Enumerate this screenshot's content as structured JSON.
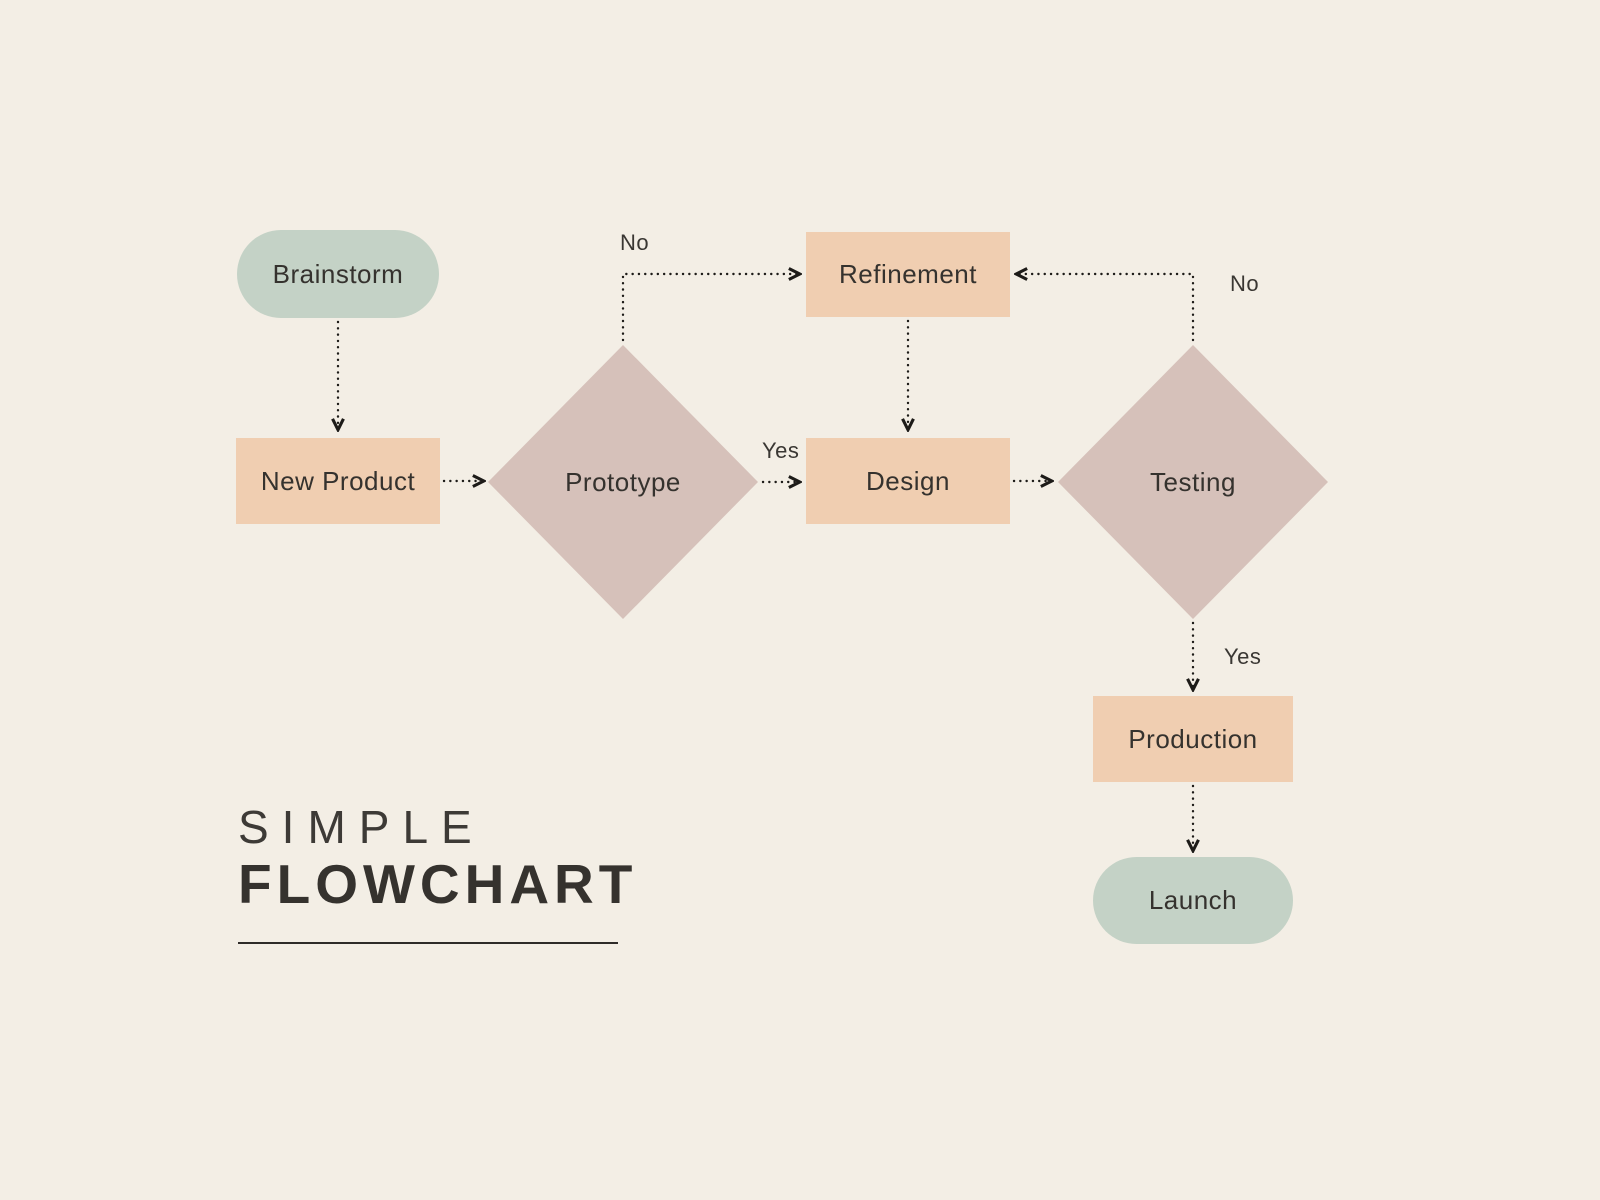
{
  "title": {
    "line1": "SIMPLE",
    "line2": "FLOWCHART"
  },
  "colors": {
    "background": "#f3eee5",
    "pill_fill": "#c4d2c6",
    "rect_fill": "#f0ceb1",
    "diamond_fill": "#d6c1ba",
    "arrow": "#1d1b18",
    "text": "#35322e"
  },
  "nodes": [
    {
      "id": "brainstorm",
      "label": "Brainstorm",
      "shape": "pill"
    },
    {
      "id": "new-product",
      "label": "New Product",
      "shape": "rect"
    },
    {
      "id": "prototype",
      "label": "Prototype",
      "shape": "diamond"
    },
    {
      "id": "refinement",
      "label": "Refinement",
      "shape": "rect"
    },
    {
      "id": "design",
      "label": "Design",
      "shape": "rect"
    },
    {
      "id": "testing",
      "label": "Testing",
      "shape": "diamond"
    },
    {
      "id": "production",
      "label": "Production",
      "shape": "rect"
    },
    {
      "id": "launch",
      "label": "Launch",
      "shape": "pill"
    }
  ],
  "edges": [
    {
      "from": "brainstorm",
      "to": "new-product",
      "label": ""
    },
    {
      "from": "new-product",
      "to": "prototype",
      "label": ""
    },
    {
      "from": "prototype",
      "to": "design",
      "label": "Yes"
    },
    {
      "from": "prototype",
      "to": "refinement",
      "label": "No"
    },
    {
      "from": "refinement",
      "to": "design",
      "label": ""
    },
    {
      "from": "design",
      "to": "testing",
      "label": ""
    },
    {
      "from": "testing",
      "to": "refinement",
      "label": "No"
    },
    {
      "from": "testing",
      "to": "production",
      "label": "Yes"
    },
    {
      "from": "production",
      "to": "launch",
      "label": ""
    }
  ],
  "edge_labels": [
    {
      "text": "No"
    },
    {
      "text": "Yes"
    },
    {
      "text": "No"
    },
    {
      "text": "Yes"
    }
  ]
}
